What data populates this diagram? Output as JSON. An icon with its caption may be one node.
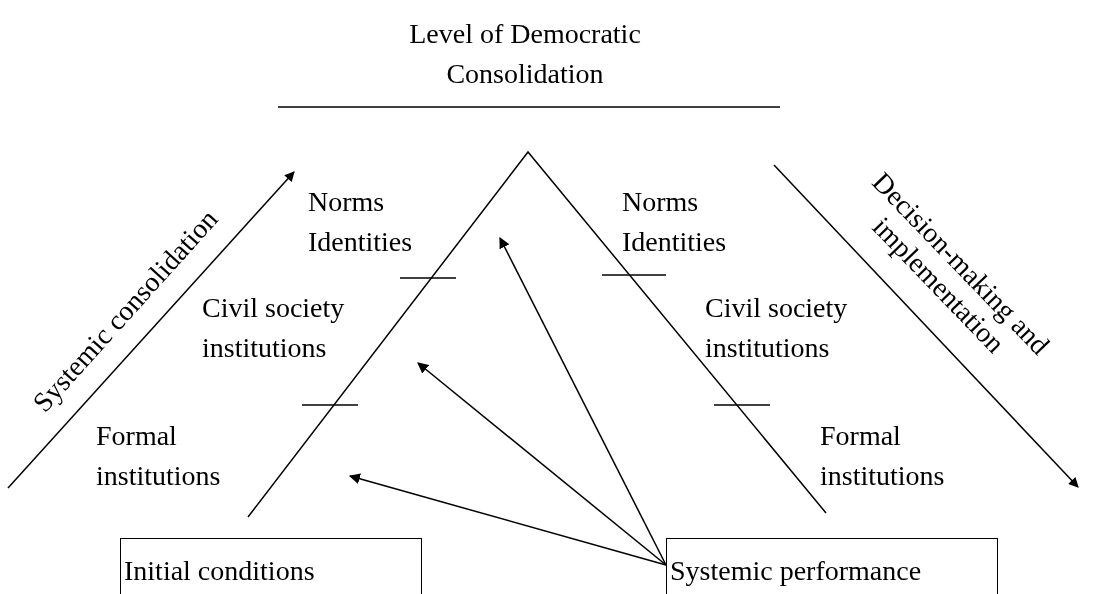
{
  "diagram": {
    "title": "Level of Democratic Consolidation",
    "nodes": [
      {
        "text": [
          "Initial conditions"
        ]
      },
      {
        "text": [
          "Systemic performance"
        ]
      }
    ],
    "edges": [
      {
        "from": 1,
        "to": null,
        "arrow": "to"
      },
      {
        "from": 1,
        "to": null,
        "arrow": "to"
      },
      {
        "from": 1,
        "to": null,
        "arrow": "to"
      }
    ],
    "labels": [
      "Systemic consolidation",
      "Norms Identities",
      "Norms Identities",
      "Decision-making and implementation",
      "Civil society institutions",
      "Civil society institutions",
      "Formal institutions",
      "Formal institutions"
    ]
  }
}
